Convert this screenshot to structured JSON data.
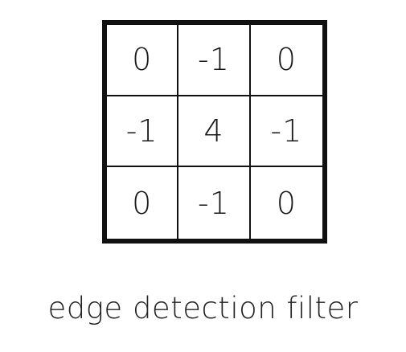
{
  "kernel": {
    "rows": [
      [
        "0",
        "-1",
        "0"
      ],
      [
        "-1",
        "4",
        "-1"
      ],
      [
        "0",
        "-1",
        "0"
      ]
    ]
  },
  "caption": "edge detection filter"
}
